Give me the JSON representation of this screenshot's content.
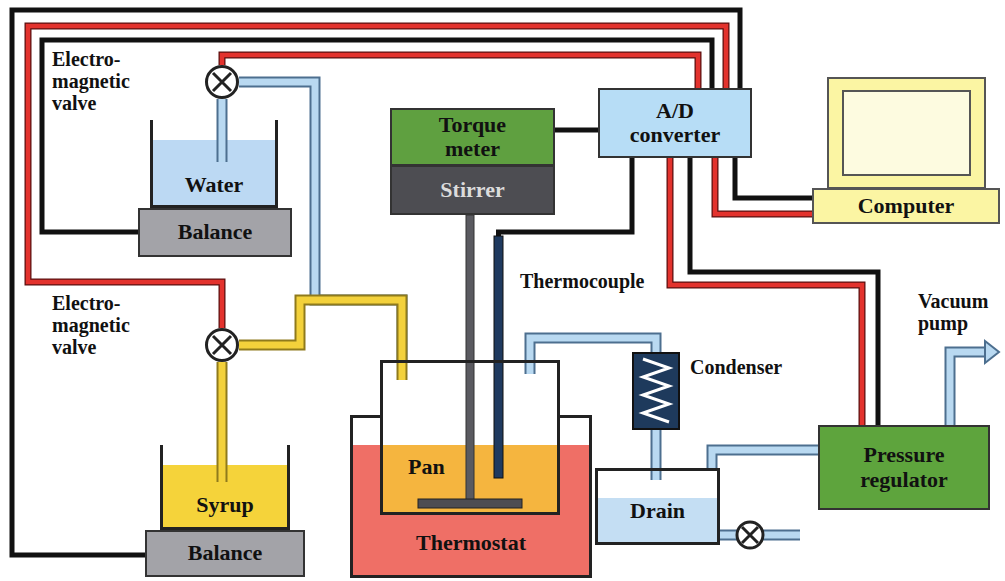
{
  "diagram": {
    "nodes": [
      {
        "text": [
          "Water"
        ]
      },
      {
        "text": [
          "Balance"
        ]
      },
      {
        "text": [
          "Torque meter"
        ]
      },
      {
        "text": [
          "Stirrer"
        ]
      },
      {
        "text": [
          "A/D converter"
        ]
      },
      {
        "text": [
          "Computer"
        ]
      },
      {
        "text": [
          "Electro- magnetic valve"
        ]
      },
      {
        "text": [
          "Electro- magnetic valve"
        ]
      },
      {
        "text": [
          "Syrup"
        ]
      },
      {
        "text": [
          "Balance"
        ]
      },
      {
        "text": [
          "Thermostat"
        ]
      },
      {
        "text": [
          "Pan"
        ]
      },
      {
        "text": [
          "Condenser"
        ]
      },
      {
        "text": [
          "Drain"
        ]
      },
      {
        "text": [
          "Pressure regulator"
        ]
      }
    ],
    "edges": [
      {
        "from": 1,
        "to": 4,
        "arrow": "none"
      },
      {
        "from": 9,
        "to": 4,
        "arrow": "none"
      },
      {
        "from": 2,
        "to": 4,
        "arrow": "none"
      },
      {
        "from": 4,
        "to": 5,
        "arrow": "none"
      },
      {
        "from": 4,
        "to": 5,
        "arrow": "none"
      },
      {
        "from": 4,
        "to": 6,
        "arrow": "none"
      },
      {
        "from": 4,
        "to": 7,
        "arrow": "none"
      },
      {
        "from": 4,
        "to": 14,
        "arrow": "none"
      },
      {
        "from": 4,
        "to": 14,
        "arrow": "none"
      },
      {
        "from": 0,
        "to": 6,
        "arrow": "none"
      },
      {
        "from": 6,
        "to": 11,
        "arrow": "none"
      },
      {
        "from": 8,
        "to": 7,
        "arrow": "none"
      },
      {
        "from": 7,
        "to": 11,
        "arrow": "none"
      },
      {
        "from": 11,
        "to": 12,
        "arrow": "none"
      },
      {
        "from": 12,
        "to": 13,
        "arrow": "none"
      },
      {
        "from": 13,
        "to": 14,
        "arrow": "none"
      }
    ],
    "labels": [
      "Thermocouple",
      "Vacuum pump"
    ]
  }
}
